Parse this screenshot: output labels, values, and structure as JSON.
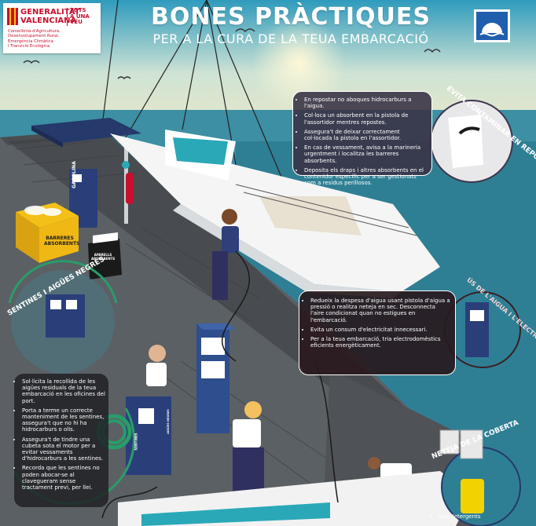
{
  "header": {
    "title": "BONES PRÀCTIQUES",
    "subtitle": "PER A LA CURA DE LA TEUA EMBARCACIÓ"
  },
  "logo": {
    "line1": "GENERALITAT",
    "line2": "VALENCIANA",
    "tots": [
      "TOTS",
      "A UNA",
      "VEU"
    ],
    "dept": [
      "Conselleria d'Agricultura,",
      "Desenvolupament Rural,",
      "Emergència Climàtica",
      "i Transició Ecològica"
    ]
  },
  "sections": {
    "repostar": {
      "title": "EVITA CONTAMINAR EN REPOSTAR",
      "items": [
        "En repostar no aboques hidrocarburs a l'aigua.",
        "Col·loca un absorbent en la pistola de l'assortidor mentres repostes.",
        "Assegura't de deixar correctament col·locada la pistola en l'assortidor.",
        "En cas de vessament, avisa a la marineria urgentment i localitza les barreres absorbents.",
        "Deposita els draps i altres absorbents en el contenidor específic per a ser gestionats com a residus perillosos."
      ]
    },
    "aigua": {
      "title": "ÚS DE L'AIGUA I L'ELECTRICITAT",
      "items": [
        "Redueix la despesa d'aigua usant pistola d'aigua a pressió o realitza neteja en sec. Desconnecta l'aire condicionat quan no estigues en l'embarcació.",
        "Evita un consum d'electricitat innecessari.",
        "Per a la teua embarcació, tria electrodomèstics eficients energèticament."
      ]
    },
    "sentines": {
      "title": "SENTINES I AIGÜES NEGRES",
      "items": [
        "Sol·licita la recollida de les aigües residuals de la teua embarcació en les oficines del port.",
        "Porta a terme un correcte manteniment de les sentines, assegura't que no hi ha hidrocarburs o olis.",
        "Assegura't de tindre una cubeta sota el motor per a evitar vessaments d'hidrocarburs a les sentines.",
        "Recorda que les sentines no poden abocar-se al clavegueram sense tractament previ, per llei."
      ]
    },
    "neteja": {
      "title": "NETEJA DE LA COBERTA",
      "items": [
        "Usa detergents"
      ]
    }
  },
  "scene_labels": {
    "barreres": "BARRERES ABSORBENTS",
    "jerrican": "APARELLS ABSORBENTS",
    "gasolina": "GASOLINA",
    "sentines": "SENTINES",
    "aigues": "AIGÜES NEGRES"
  },
  "colors": {
    "sky": "#d8e6c8",
    "sea": "#3d8fa3",
    "dock": "#55595d",
    "panel": "#3a3446",
    "accent_red": "#c8102e",
    "boat_teal": "#2aa8b8"
  }
}
